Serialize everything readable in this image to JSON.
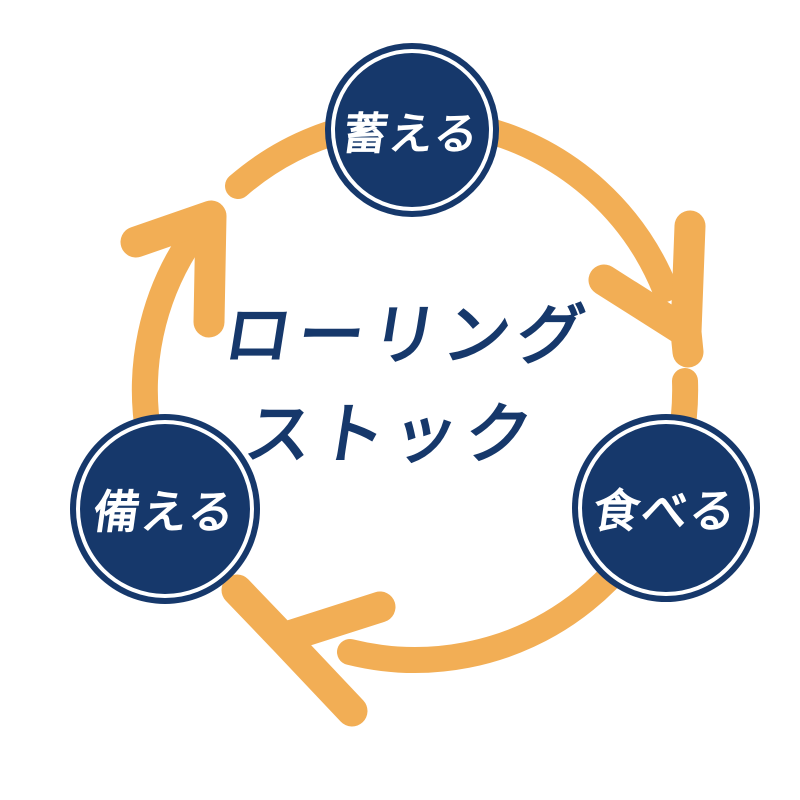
{
  "diagram": {
    "title": "ローリングストック",
    "center_title": {
      "line1": "ローリング",
      "line2": "ストック"
    },
    "nodes": [
      {
        "position": "top",
        "label": "蓄える"
      },
      {
        "position": "right",
        "label": "食べる"
      },
      {
        "position": "left",
        "label": "備える"
      }
    ],
    "flow": [
      {
        "from": "蓄える",
        "to": "食べる"
      },
      {
        "from": "食べる",
        "to": "備える"
      },
      {
        "from": "備える",
        "to": "蓄える"
      }
    ],
    "colors": {
      "navy": "#16386B",
      "orange": "#F2AE55",
      "white": "#FFFFFF"
    }
  }
}
